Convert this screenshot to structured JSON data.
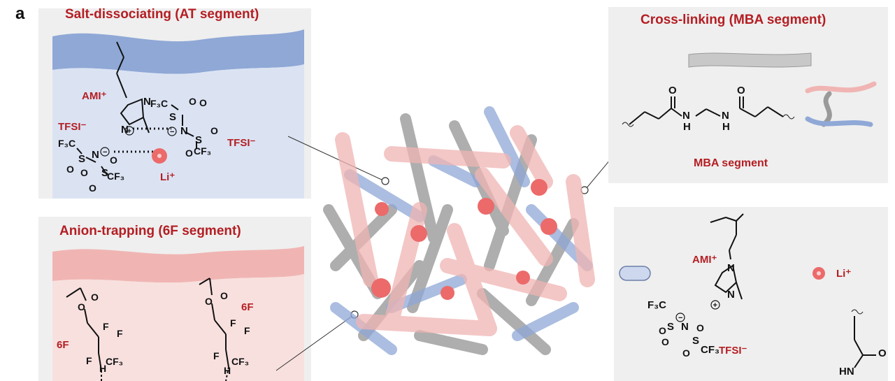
{
  "figure": {
    "panel_letter": "a"
  },
  "panels": {
    "salt": {
      "title": "Salt-dissociating (AT segment)",
      "ami": "AMI⁺",
      "tfsi_left": "TFSI⁻",
      "tfsi_right": "TFSI⁻",
      "li": "Li⁺",
      "f3c_top": "F₃C",
      "cf3_top": "CF₃",
      "f3c_bottom": "F₃C",
      "cf3_bottom": "CF₃"
    },
    "anion": {
      "title": "Anion-trapping (6F segment)",
      "label_left": "6F",
      "label_right": "6F"
    },
    "crosslink": {
      "title": "Cross-linking (MBA segment)",
      "mba_label": "MBA segment"
    },
    "legend": {
      "ami": "AMI⁺",
      "li": "Li⁺",
      "tfsi": "TFSI⁻",
      "f3c": "F₃C",
      "cf3": "CF₃"
    }
  },
  "colors": {
    "accent_red": "#b41e23",
    "panel_gray": "#efefef",
    "blue_chain": "#8fa8d6",
    "pink_chain": "#f0b5b3",
    "li_sphere": "#ec6a6a",
    "gray_chain": "#9a9a9a"
  }
}
